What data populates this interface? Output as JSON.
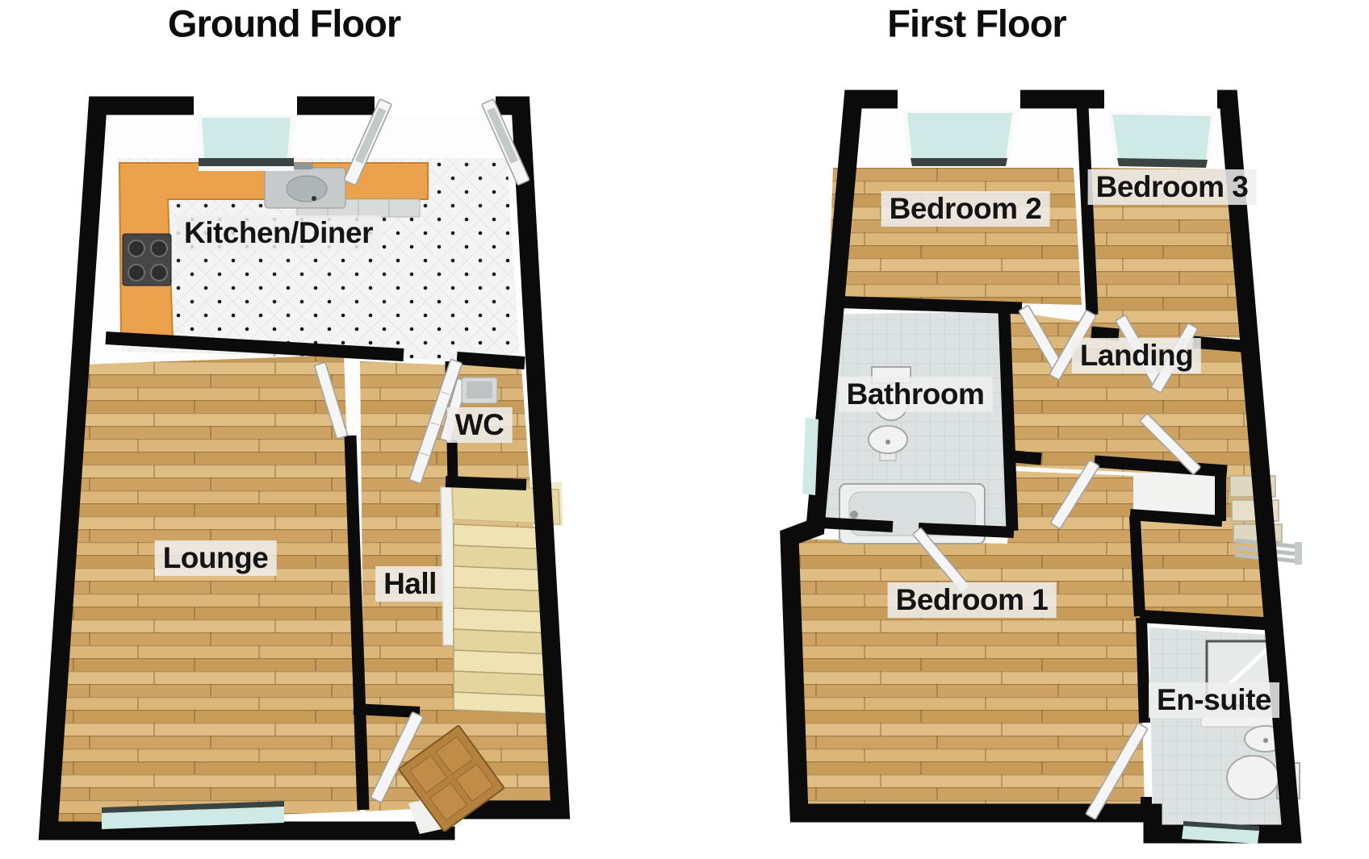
{
  "ground": {
    "title": "Ground Floor",
    "rooms": {
      "kitchen_diner": "Kitchen/Diner",
      "wc": "WC",
      "lounge": "Lounge",
      "hall": "Hall"
    }
  },
  "first": {
    "title": "First Floor",
    "rooms": {
      "bedroom2": "Bedroom 2",
      "bedroom3": "Bedroom 3",
      "bathroom": "Bathroom",
      "landing": "Landing",
      "bedroom1": "Bedroom 1",
      "ensuite": "En-suite"
    }
  },
  "colors": {
    "background": "#ffffff",
    "wall": "#0b0b0b",
    "window_glass": "#cfe9e7",
    "window_frame": "#3a4442",
    "wood_base": "#d6ad6e",
    "kitchen_tile": "#f4f4f4",
    "bath_tile": "#dce1e1",
    "counter": "#eca14d",
    "stairs": "#ece0ae",
    "front_door": "#b5813f",
    "label_bg": "rgba(238,238,238,0.85)",
    "label_text": "#141414"
  }
}
